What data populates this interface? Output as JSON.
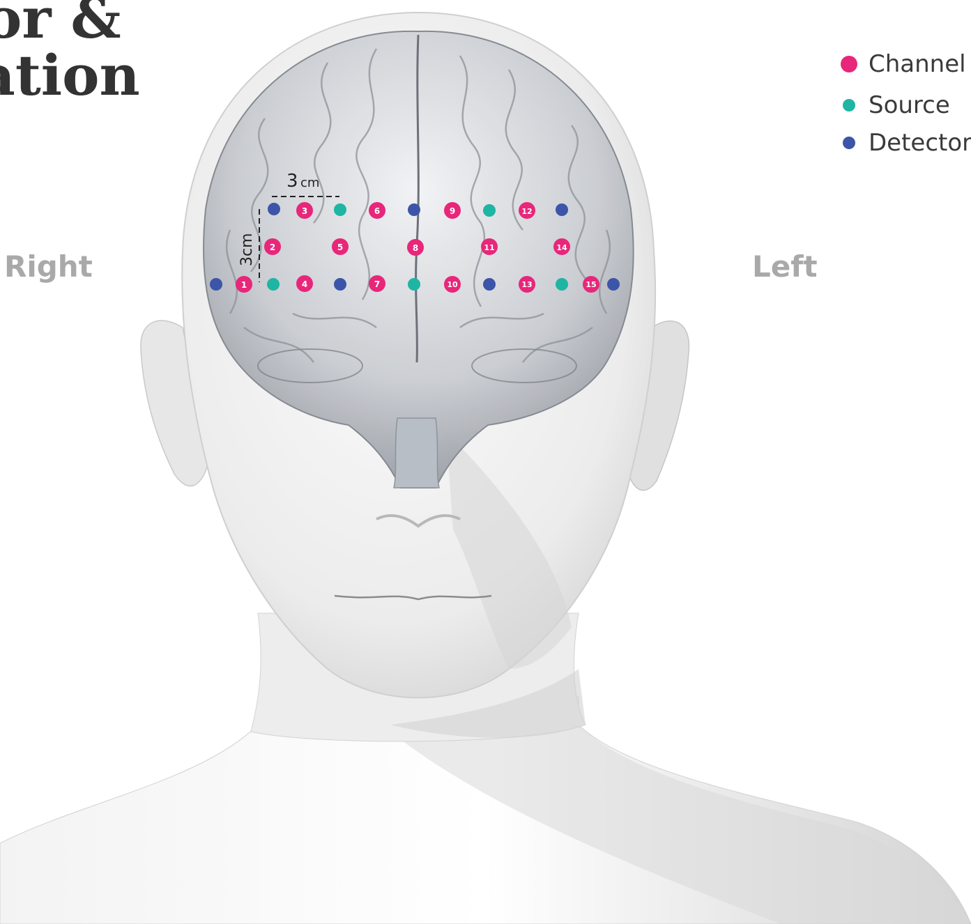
{
  "title": {
    "line1": "or &",
    "line2": "ation"
  },
  "side_labels": {
    "right": "Right",
    "left": "Left"
  },
  "legend": {
    "items": [
      {
        "label": "Channel",
        "color": "#e8267a",
        "kind": "channel"
      },
      {
        "label": "Source",
        "color": "#1eb5a3",
        "kind": "source"
      },
      {
        "label": "Detector",
        "color": "#3d55a8",
        "kind": "detector"
      }
    ]
  },
  "scale": {
    "horizontal_number": "3",
    "horizontal_unit": "cm",
    "vertical_label": "3cm"
  },
  "colors": {
    "channel": "#e8267a",
    "source": "#1eb5a3",
    "detector": "#3d55a8",
    "title_text": "#333333",
    "side_label": "#a9a9a9"
  },
  "optode_layout": {
    "top_row": [
      "detector",
      "channel:3",
      "source",
      "channel:6",
      "detector",
      "channel:9",
      "source",
      "channel:12",
      "detector"
    ],
    "middle_row": [
      "channel:2",
      "channel:5",
      "channel:8",
      "channel:11",
      "channel:14"
    ],
    "bottom_row": [
      "detector",
      "channel:1",
      "source",
      "channel:4",
      "detector",
      "channel:7",
      "source",
      "channel:10",
      "detector",
      "channel:13",
      "source",
      "channel:15",
      "detector"
    ]
  }
}
